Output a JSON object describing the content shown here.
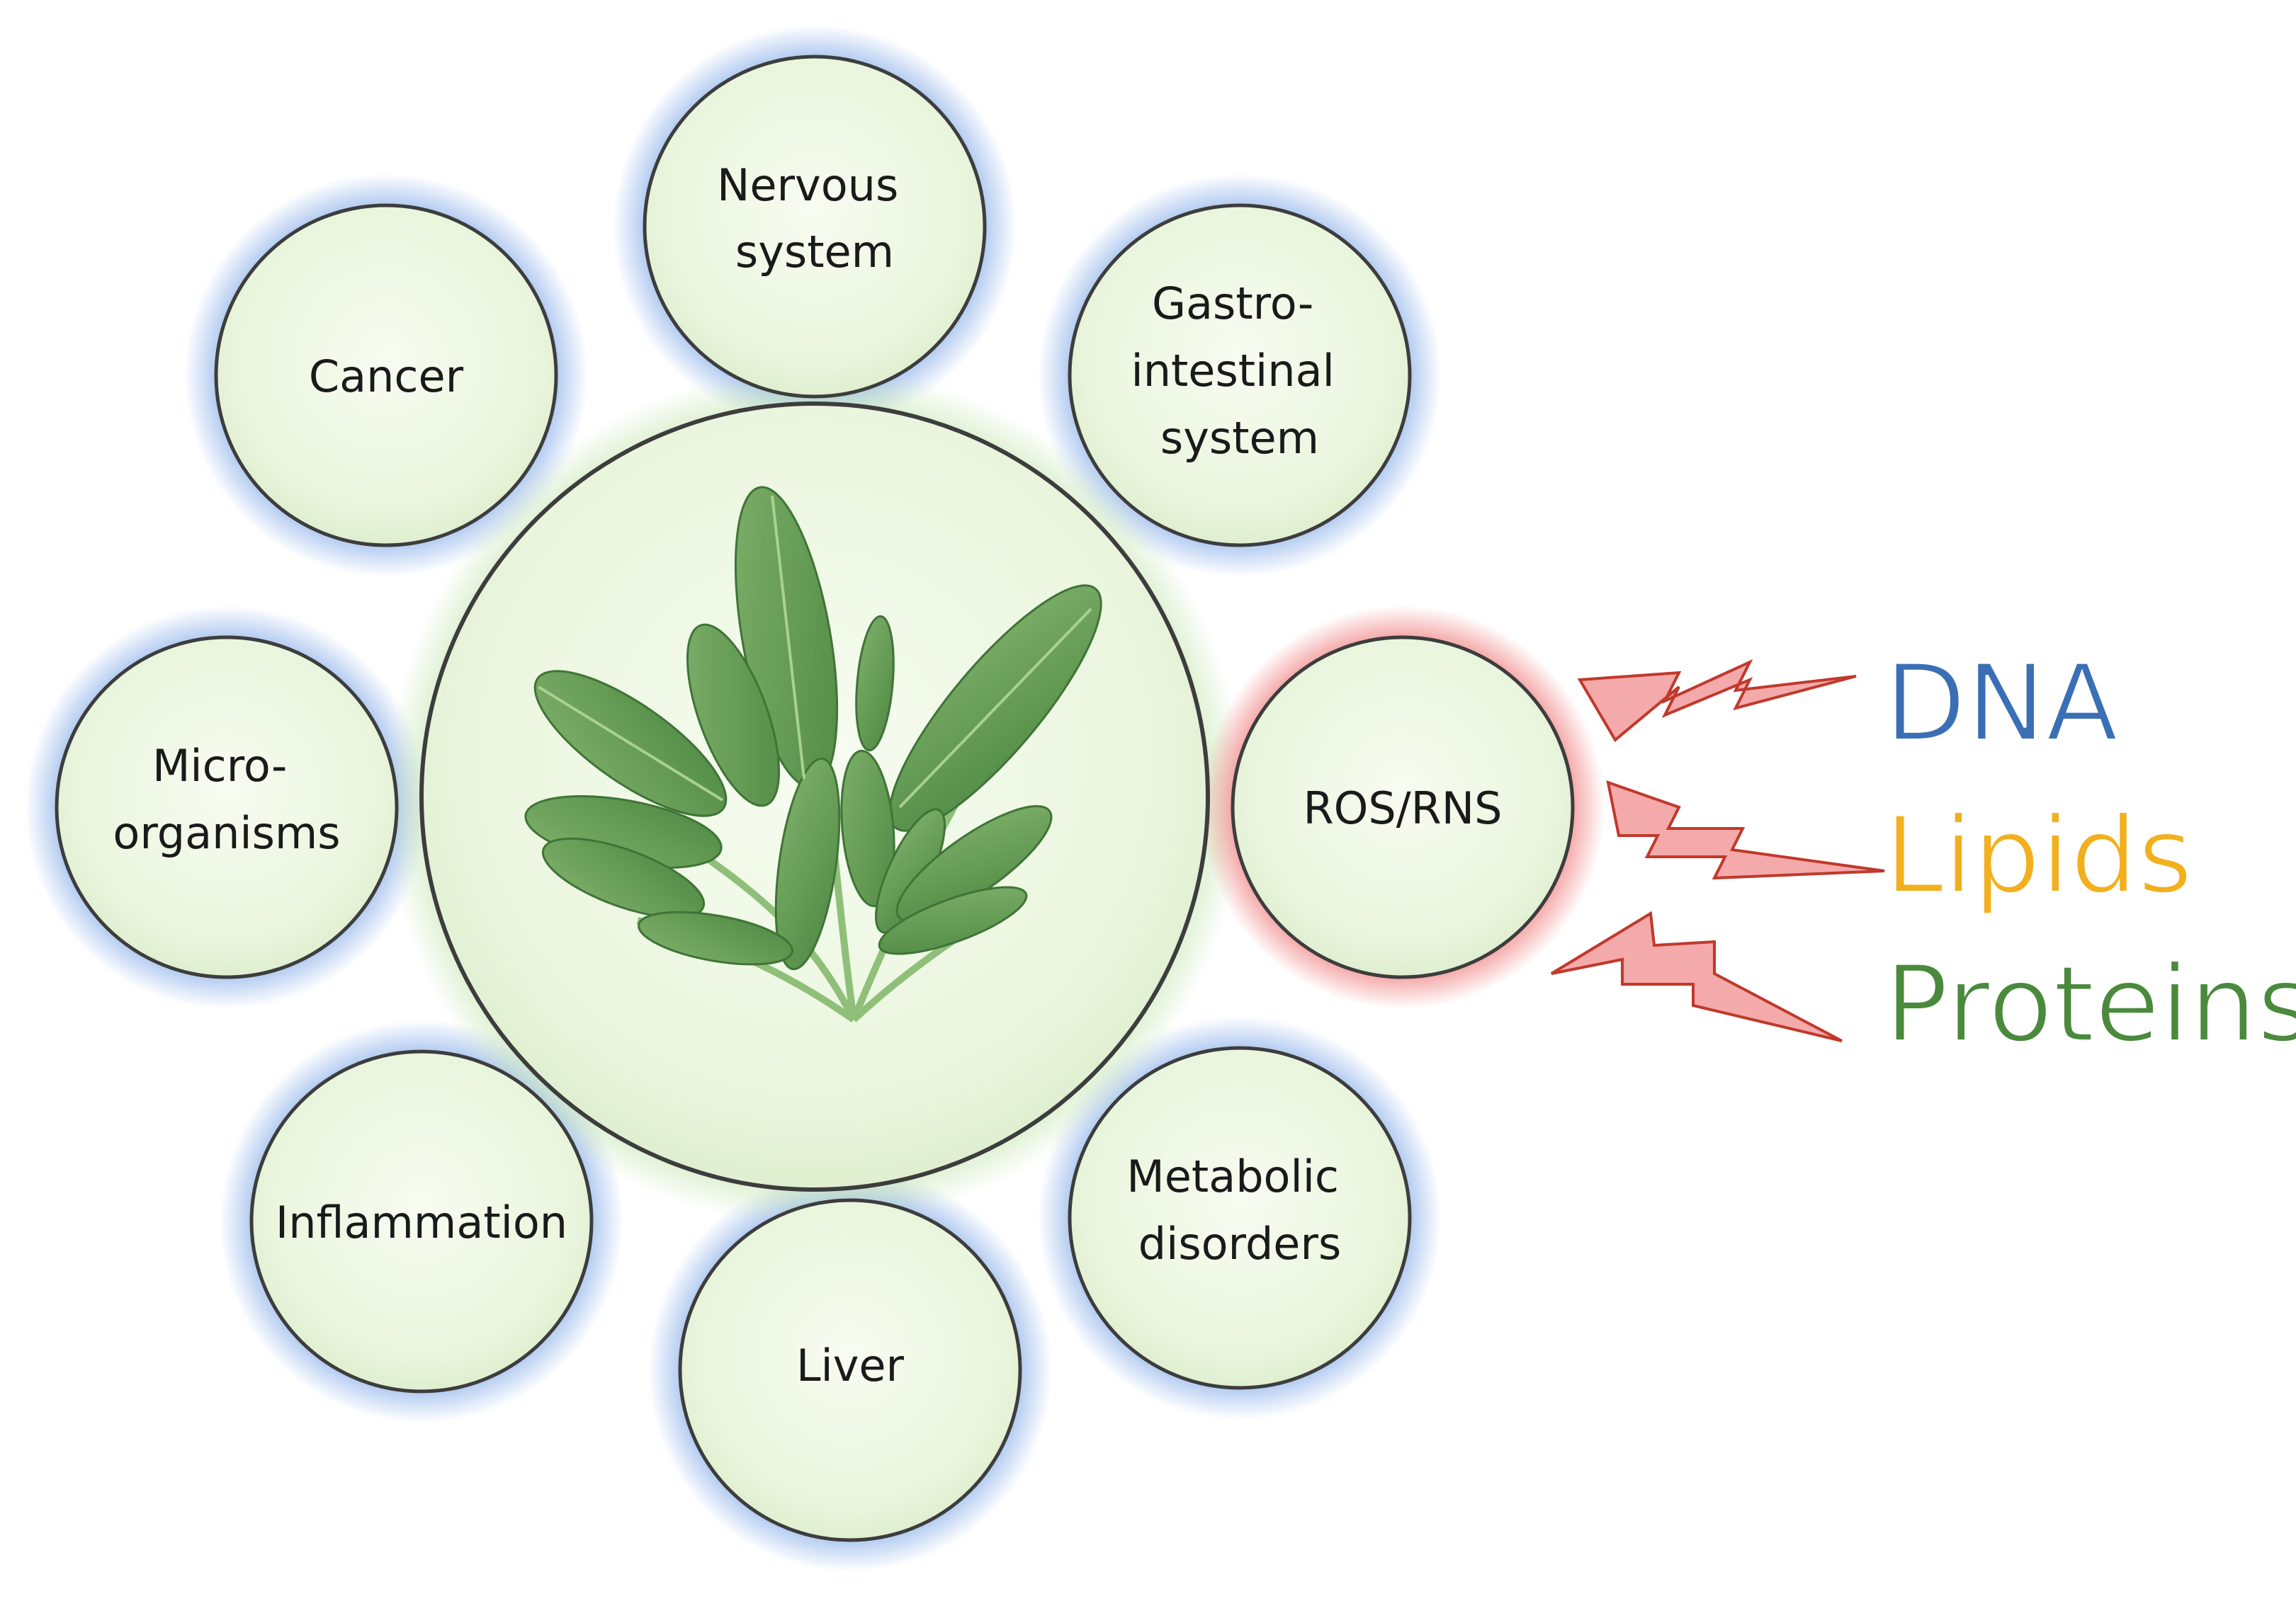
{
  "center": {
    "icon": "sage-plant-icon"
  },
  "nodes": {
    "nervous": {
      "lines": [
        "Nervous",
        "system"
      ]
    },
    "gastro": {
      "lines": [
        "Gastro-",
        "intestinal",
        "system"
      ]
    },
    "cancer": {
      "lines": [
        "Cancer"
      ]
    },
    "micro": {
      "lines": [
        "Micro-",
        "organisms"
      ]
    },
    "inflammation": {
      "lines": [
        "Inflammation"
      ]
    },
    "liver": {
      "lines": [
        "Liver"
      ]
    },
    "metabolic": {
      "lines": [
        "Metabolic",
        "disorders"
      ]
    },
    "ros": {
      "lines": [
        "ROS/RNS"
      ]
    }
  },
  "targets": {
    "dna": {
      "label": "DNA",
      "color": "#3a6fb5"
    },
    "lipids": {
      "label": "Lipids",
      "color": "#f2b01e"
    },
    "proteins": {
      "label": "Proteins",
      "color": "#4a8a3c"
    }
  },
  "colors": {
    "node_fill": "#eef7e4",
    "center_glow": "#bfe3a8",
    "node_glow": "#8fb3ea",
    "ros_glow": "#f08080",
    "bolt_fill": "#f4a9aa",
    "bolt_stroke": "#c0392b"
  }
}
